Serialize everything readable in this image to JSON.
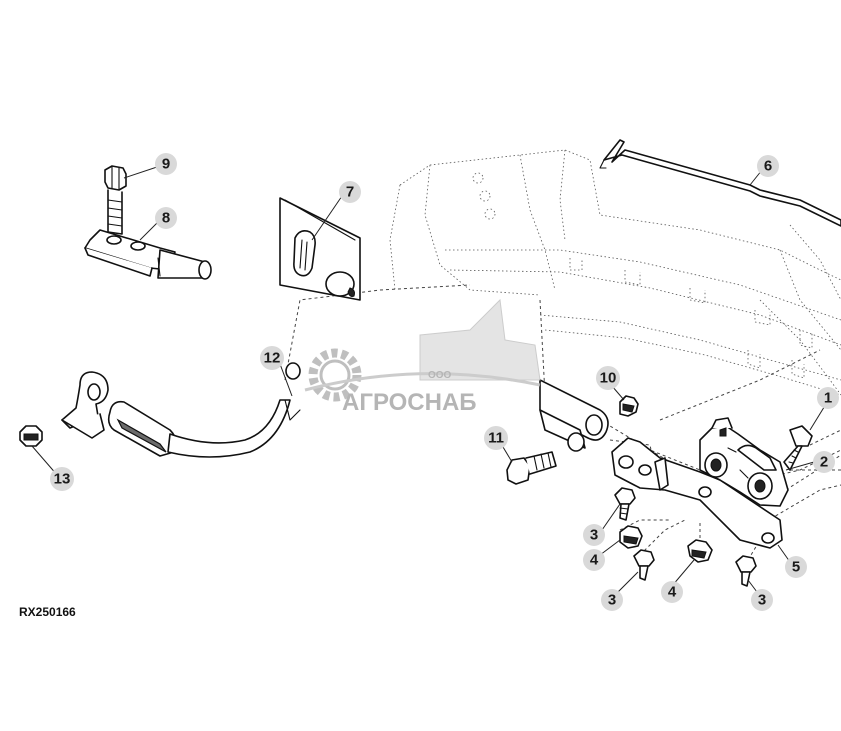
{
  "drawing_id": "RX250166",
  "watermark": {
    "company_prefix": "ООО",
    "company_name": "АГРОСНАБ",
    "color": "#a9a9a9"
  },
  "callouts": [
    {
      "id": "c1",
      "label": "1"
    },
    {
      "id": "c2",
      "label": "2"
    },
    {
      "id": "c3a",
      "label": "3"
    },
    {
      "id": "c3b",
      "label": "3"
    },
    {
      "id": "c3c",
      "label": "3"
    },
    {
      "id": "c4a",
      "label": "4"
    },
    {
      "id": "c4b",
      "label": "4"
    },
    {
      "id": "c5",
      "label": "5"
    },
    {
      "id": "c6",
      "label": "6"
    },
    {
      "id": "c7",
      "label": "7"
    },
    {
      "id": "c8",
      "label": "8"
    },
    {
      "id": "c9",
      "label": "9"
    },
    {
      "id": "c10",
      "label": "10"
    },
    {
      "id": "c11",
      "label": "11"
    },
    {
      "id": "c12",
      "label": "12"
    },
    {
      "id": "c13",
      "label": "13"
    }
  ],
  "colors": {
    "line": "#111111",
    "callout_fill": "#d9d9d9",
    "background": "#ffffff"
  }
}
